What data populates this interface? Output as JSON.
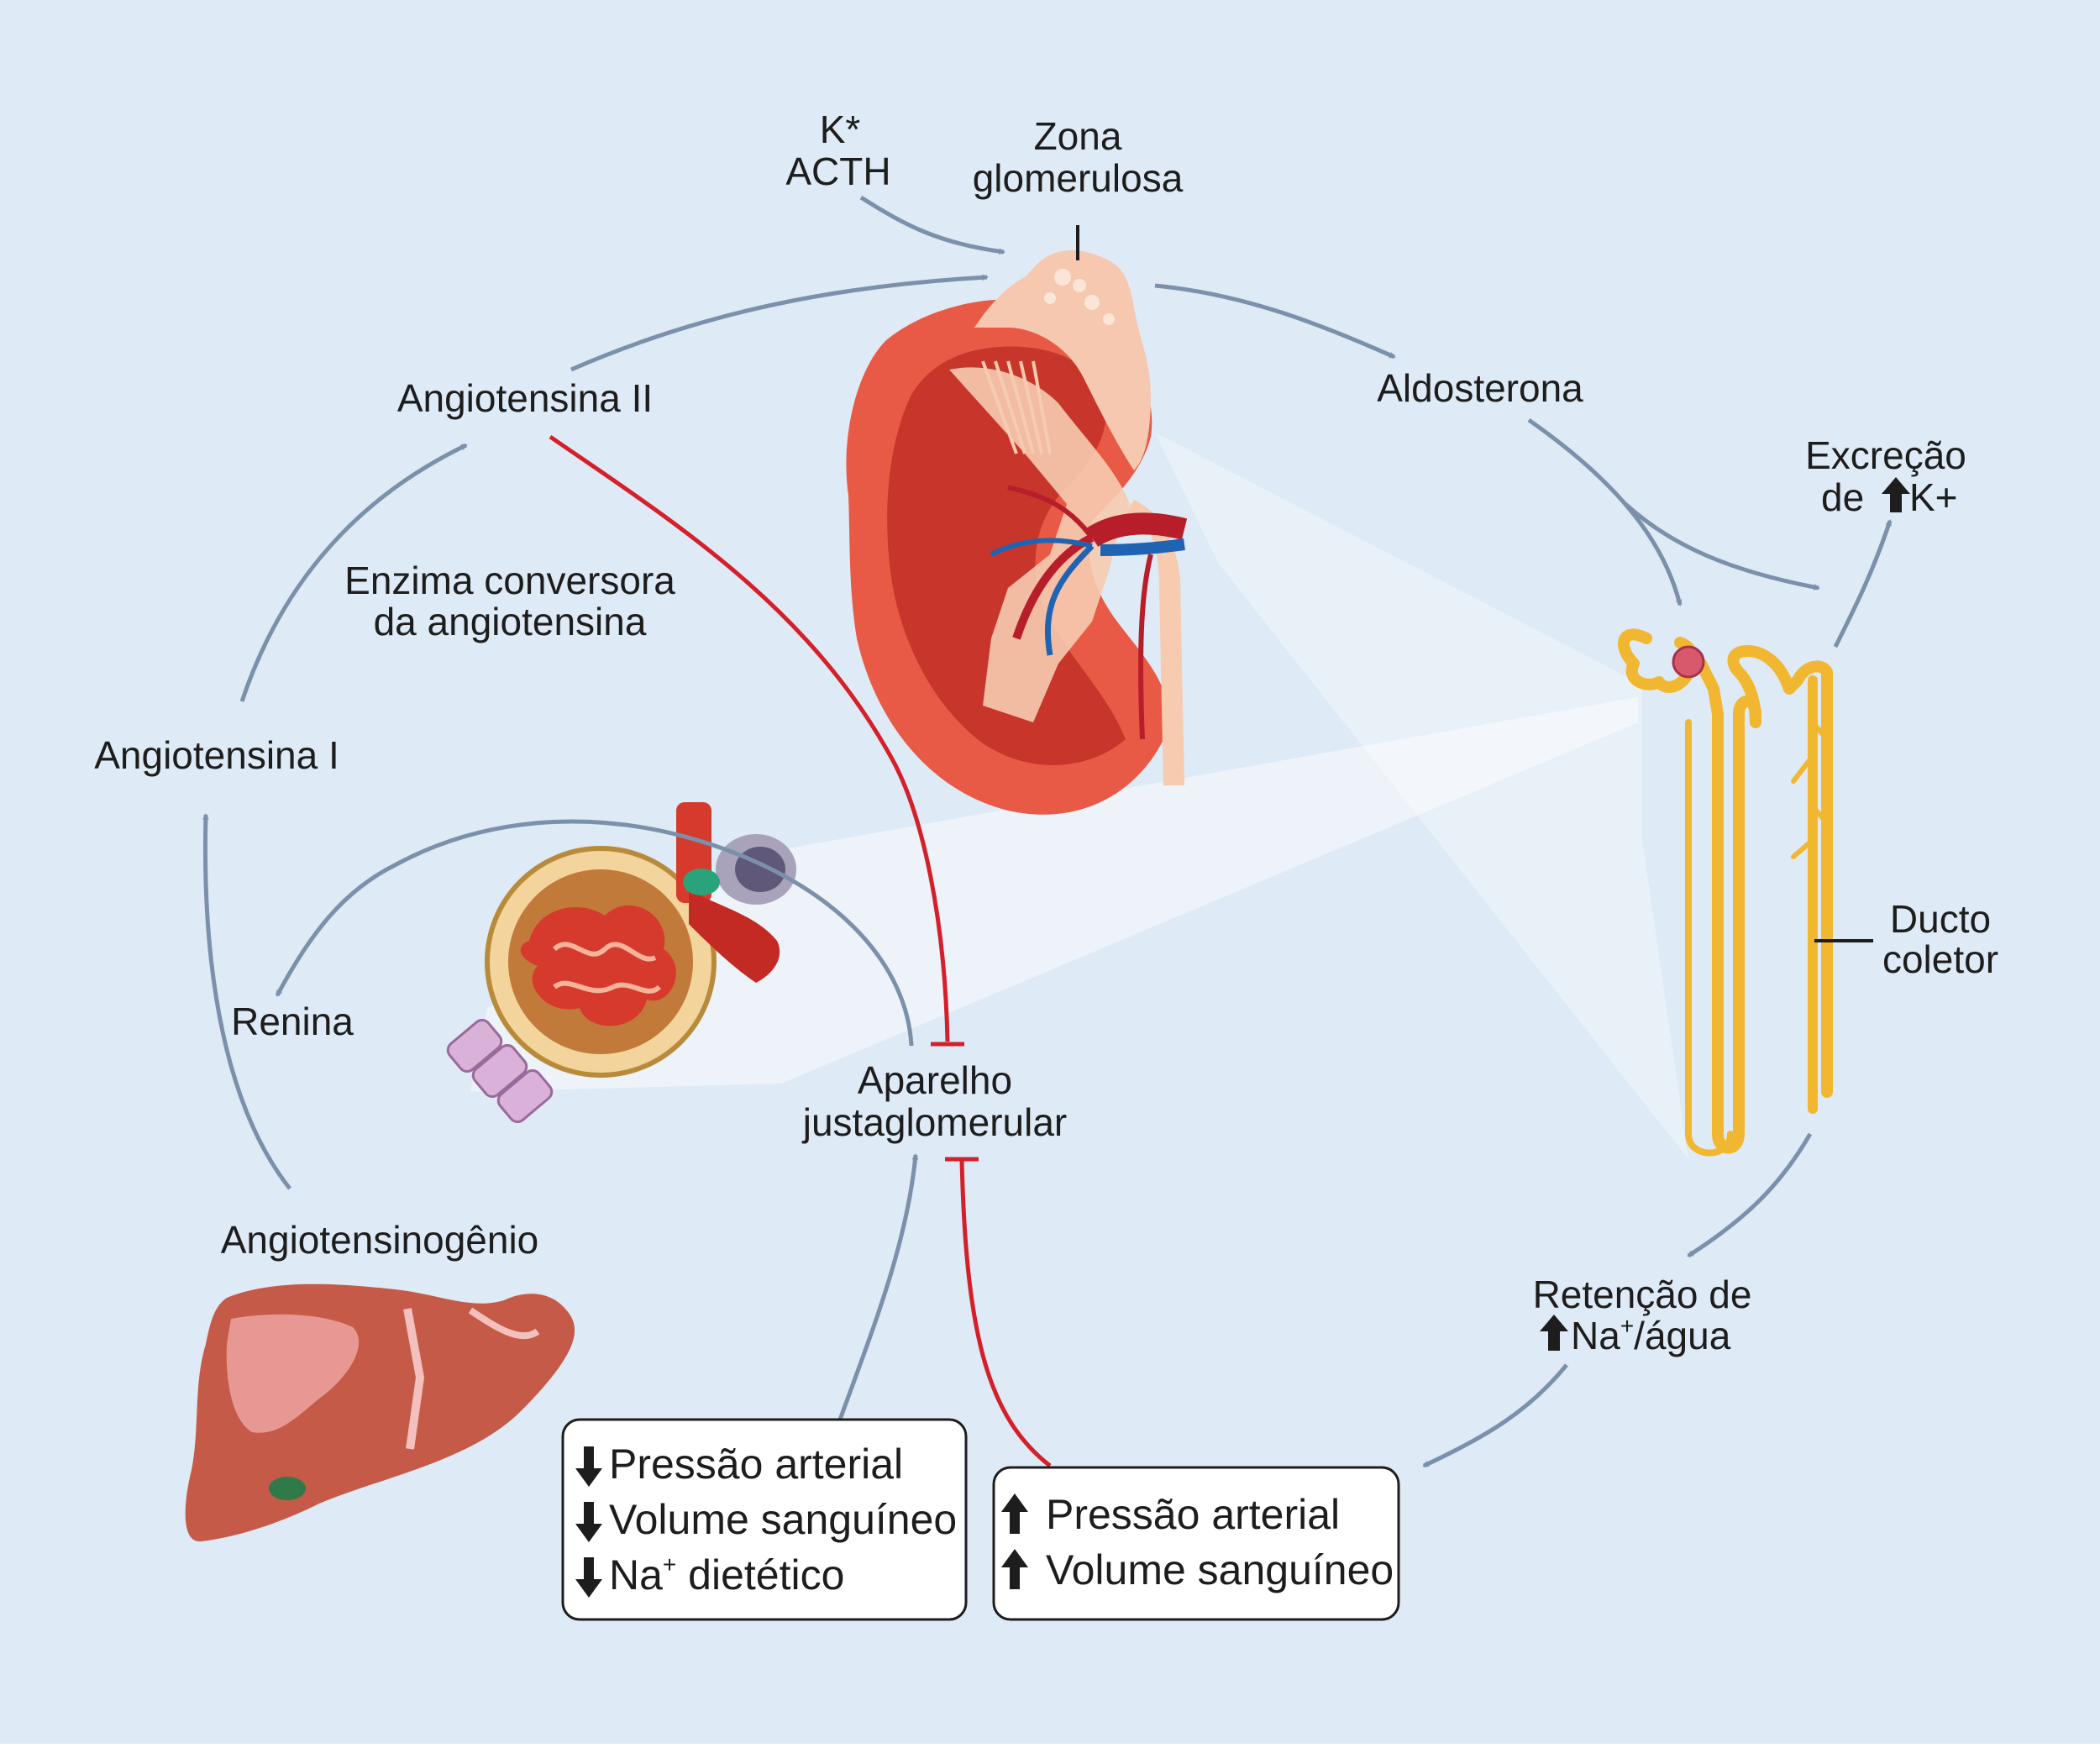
{
  "colors": {
    "background": "#deeaf5",
    "flow_arrow": "#7b90ab",
    "inhibition": "#d4202a",
    "kidney": "#e85a45",
    "adrenal": "#f6c8b0",
    "liver": "#c45a47",
    "nephron": "#f2b731"
  },
  "labels": {
    "k_star": "K*",
    "acth": "ACTH",
    "zona_line1": "Zona",
    "zona_line2": "glomerulosa",
    "aldosterona": "Aldosterona",
    "angiotensina_ii": "Angiotensina II",
    "eca_line1": "Enzima conversora",
    "eca_line2": "da angiotensina",
    "angiotensina_i": "Angiotensina I",
    "renina": "Renina",
    "aparelho_line1": "Aparelho",
    "aparelho_line2": "justaglomerular",
    "angiotensinogenio": "Angiotensinogênio",
    "excrecao_line1": "Excreção",
    "excrecao_line2_pre": "de",
    "excrecao_line2_post": "K+",
    "ducto_line1": "Ducto",
    "ducto_line2": "coletor",
    "retencao_line1": "Retenção de",
    "retencao_na": "Na",
    "retencao_sup": "+",
    "retencao_post": "/água"
  },
  "box_decrease": {
    "line1": "Pressão arterial",
    "line2": "Volume sanguíneo",
    "line3_pre": "Na",
    "line3_sup": "+",
    "line3_post": " dietético",
    "arrow_icon": "down-arrow-icon"
  },
  "box_increase": {
    "line1": "Pressão arterial",
    "line2": "Volume sanguíneo",
    "arrow_icon": "up-arrow-icon"
  }
}
